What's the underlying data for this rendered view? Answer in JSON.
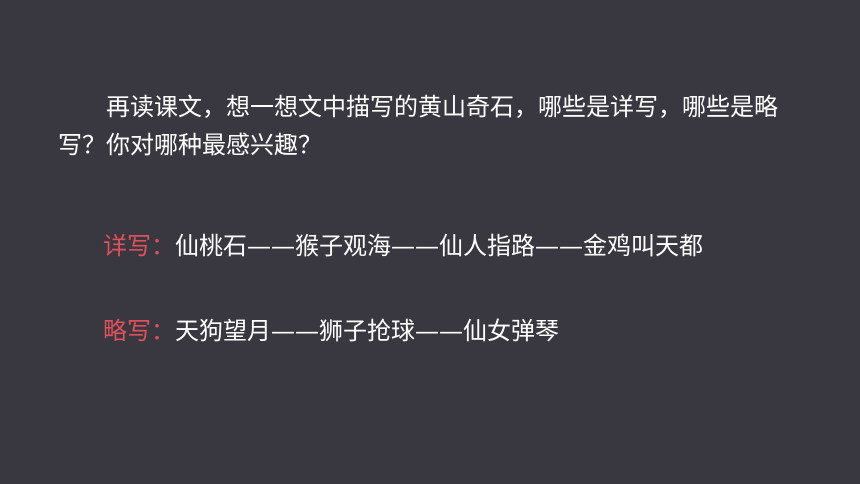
{
  "question": "再读课文，想一想文中描写的黄山奇石，哪些是详写，哪些是略写？你对哪种最感兴趣？",
  "detailed": {
    "label": "详写：",
    "content": "仙桃石——猴子观海——仙人指路——金鸡叫天都"
  },
  "brief": {
    "label": "略写：",
    "content": "天狗望月——狮子抢球——仙女弹琴"
  },
  "colors": {
    "background": "#393841",
    "label": "#e0505a",
    "text": "#ffffff"
  }
}
